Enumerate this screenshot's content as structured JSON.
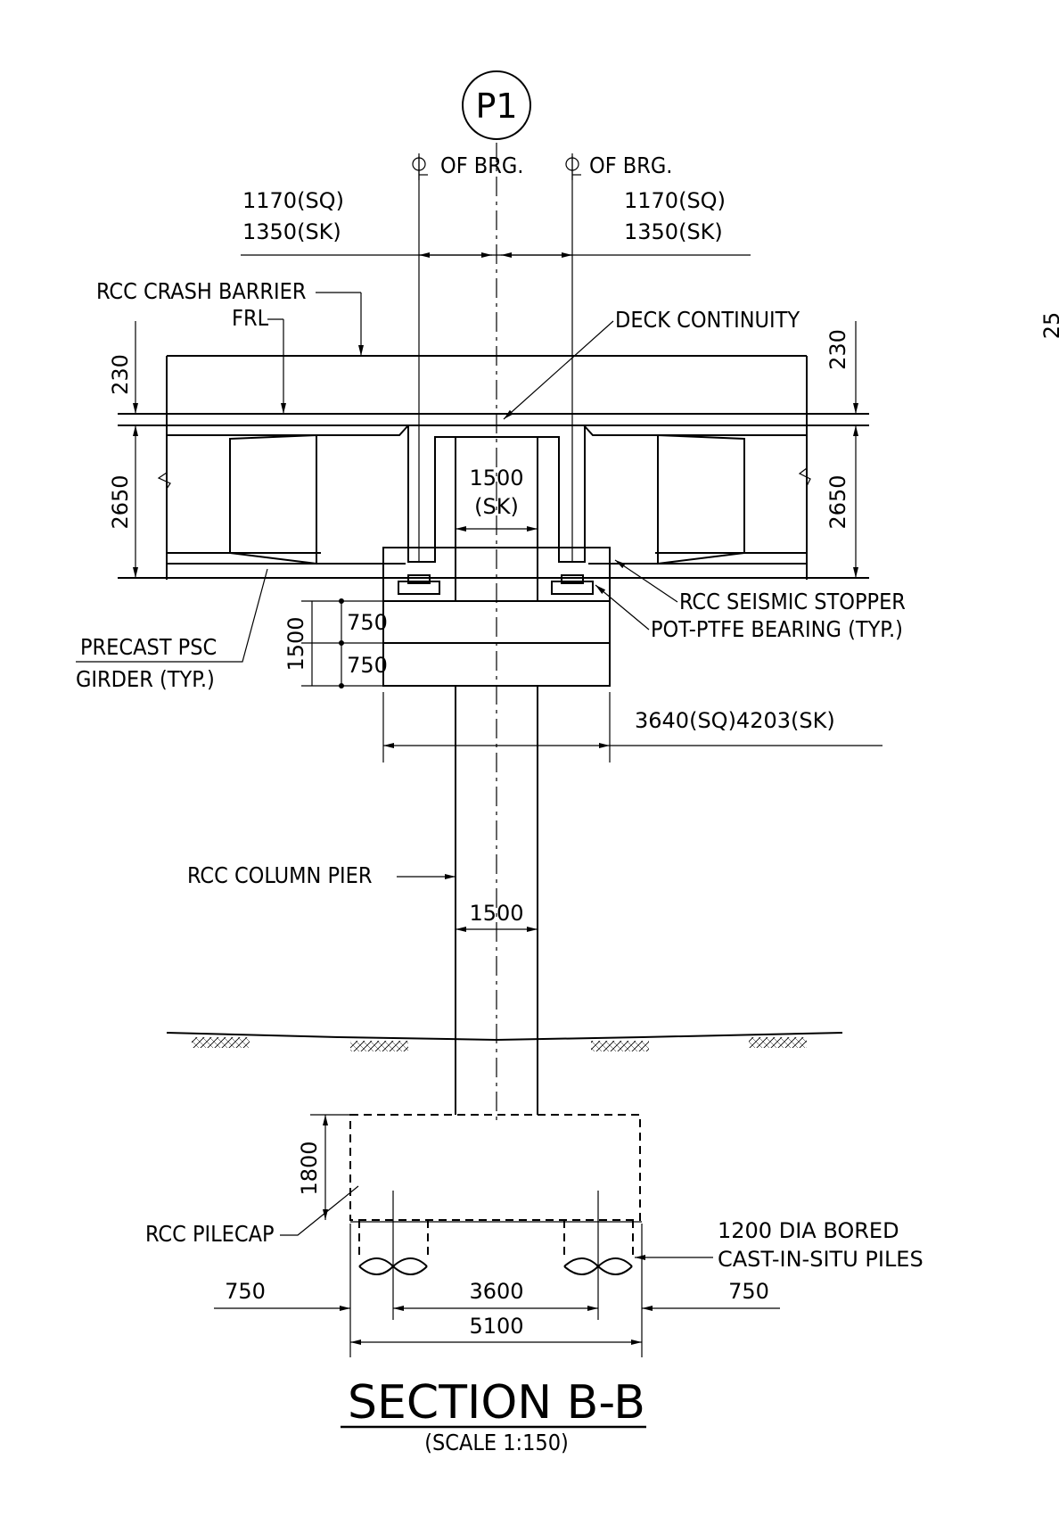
{
  "pier_tag": "P1",
  "bearing_centerlines": {
    "left": "OF BRG.",
    "right": "OF BRG."
  },
  "top_dims": {
    "left_sq": "1170(SQ)",
    "left_sk": "1350(SK)",
    "right_sq": "1170(SQ)",
    "right_sk": "1350(SK)"
  },
  "labels": {
    "crash_barrier": "RCC CRASH BARRIER",
    "frl": "FRL",
    "deck_continuity": "DECK CONTINUITY",
    "seismic_stopper": "RCC SEISMIC STOPPER",
    "bearing": "POT-PTFE BEARING (TYP.)",
    "girder_line1": "PRECAST PSC",
    "girder_line2": "GIRDER (TYP.)",
    "column_pier": "RCC COLUMN PIER",
    "pilecap": "RCC PILECAP",
    "piles_line1": "1200 DIA BORED",
    "piles_line2": "CAST-IN-SITU PILES"
  },
  "dims": {
    "slab_left": "230",
    "slab_right": "230",
    "girder_left": "2650",
    "girder_right": "2650",
    "gap_line1": "1500",
    "gap_line2": "(SK)",
    "pier_cap_total": "1500",
    "pier_cap_upper": "750",
    "pier_cap_lower": "750",
    "pier_cap_width": "3640(SQ)4203(SK)",
    "column_width": "1500",
    "pilecap_depth": "1800",
    "edge_left": "750",
    "pile_spacing": "3600",
    "edge_right": "750",
    "pilecap_width": "5100"
  },
  "title": "SECTION B-B",
  "scale": "(SCALE   1:150)",
  "edge_fragment": "25",
  "colors": {
    "ink": "#000000",
    "paper": "#ffffff"
  }
}
